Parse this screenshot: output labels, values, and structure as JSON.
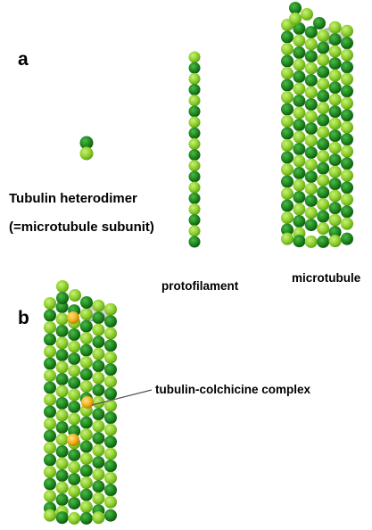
{
  "figure": {
    "panel_a_label": "a",
    "panel_b_label": "b",
    "dimer_caption_line1": "Tubulin heterodimer",
    "dimer_caption_line2": "(=microtubule subunit)",
    "protofilament_caption": "protofilament",
    "microtubule_caption": "microtubule",
    "complex_caption": "tubulin-colchicine complex"
  },
  "colors": {
    "alpha_tubulin": "#8fd12e",
    "beta_tubulin": "#1f8a1f",
    "colchicine": "#f2b21c",
    "lumen": "#bdbdbd",
    "leader_line": "#555555"
  }
}
